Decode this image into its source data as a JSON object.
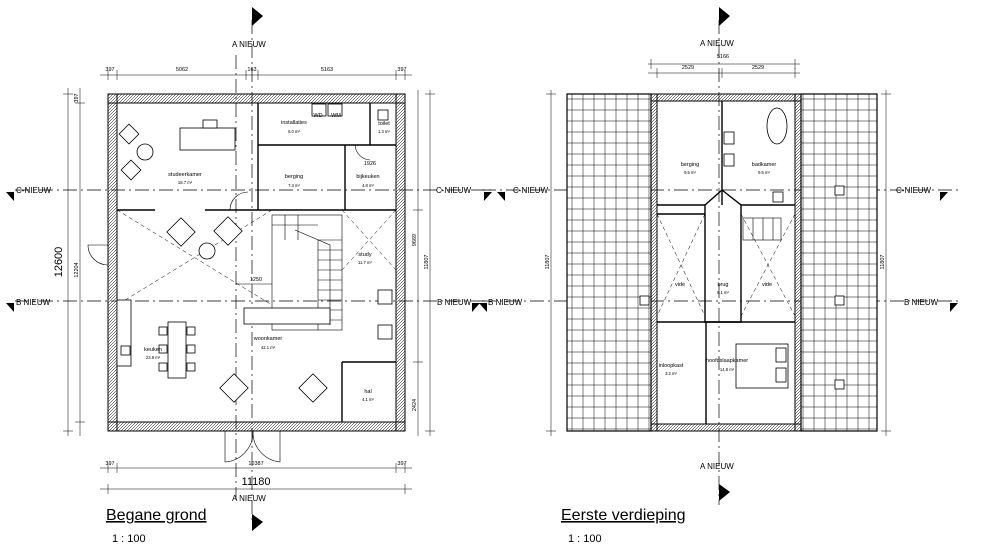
{
  "plans": [
    {
      "title": "Begane grond",
      "scale": "1 : 100",
      "rooms": [
        {
          "name": "studeerkamer",
          "area": "18.7 m²"
        },
        {
          "name": "installaties",
          "area": "6.0 m²"
        },
        {
          "name": "berging",
          "area": "7.3 m²"
        },
        {
          "name": "bijkeuken",
          "area": "4.8 m²"
        },
        {
          "name": "toilet",
          "area": "1.3 m²"
        },
        {
          "name": "study",
          "area": "11.7 m²"
        },
        {
          "name": "woonkamer",
          "area": "42.1 m²"
        },
        {
          "name": "keuken",
          "area": "23.9 m²"
        },
        {
          "name": "hal",
          "area": "4.1 m²"
        }
      ],
      "fixtures": {
        "wd": "WD",
        "wm": "WM"
      },
      "dimensions": {
        "top": [
          "397",
          "5062",
          "163",
          "5163",
          "397"
        ],
        "bottom_inner": [
          "397",
          "10387",
          "397"
        ],
        "bottom_total": "11180",
        "left_total": "12600",
        "left_inner": "12204",
        "left_top": "397",
        "right_upper": "9669",
        "right_total": "11807",
        "right_lower": "2424",
        "inner_1926": "1926",
        "inner_1250": "1250"
      },
      "axes": {
        "a_top": "A NIEUW",
        "a_bottom": "A NIEUW",
        "c_left": "C-NIEUW",
        "c_right": "C-NIEUW",
        "b_left": "B NIEUW",
        "b_right": "B NIEUW"
      }
    },
    {
      "title": "Eerste verdieping",
      "scale": "1 : 100",
      "rooms": [
        {
          "name": "berging",
          "area": "9.5 m²"
        },
        {
          "name": "badkamer",
          "area": "9.5 m²"
        },
        {
          "name": "vide",
          "area": ""
        },
        {
          "name": "brug",
          "area": "8.1 m²"
        },
        {
          "name": "vide",
          "area": ""
        },
        {
          "name": "inloopkast",
          "area": "3.2 m²"
        },
        {
          "name": "hoofdslaapkamer",
          "area": "14.8 m²"
        }
      ],
      "dimensions": {
        "top_total": "5166",
        "top": [
          "2529",
          "2529"
        ],
        "left": "11807",
        "right": "11807"
      },
      "axes": {
        "a_top": "A NIEUW",
        "a_bottom": "A NIEUW",
        "c_left": "C-NIEUW",
        "c_right": "C-NIEUW",
        "b_left": "B NIEUW",
        "b_right": "B NIEUW"
      }
    }
  ]
}
